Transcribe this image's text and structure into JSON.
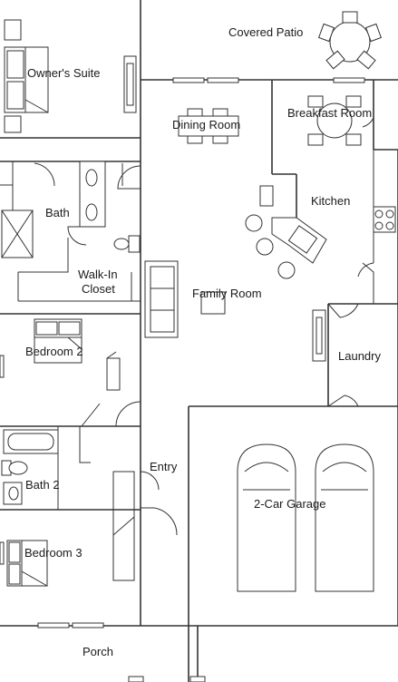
{
  "rooms": {
    "covered_patio": "Covered Patio",
    "owners_suite": "Owner's Suite",
    "dining_room": "Dining Room",
    "breakfast_room": "Breakfast Room",
    "kitchen": "Kitchen",
    "bath": "Bath",
    "walk_in_closet_line1": "Walk-In",
    "walk_in_closet_line2": "Closet",
    "family_room": "Family Room",
    "bedroom_2": "Bedroom 2",
    "laundry": "Laundry",
    "entry": "Entry",
    "bath_2": "Bath 2",
    "garage": "2-Car Garage",
    "bedroom_3": "Bedroom 3",
    "porch": "Porch"
  }
}
